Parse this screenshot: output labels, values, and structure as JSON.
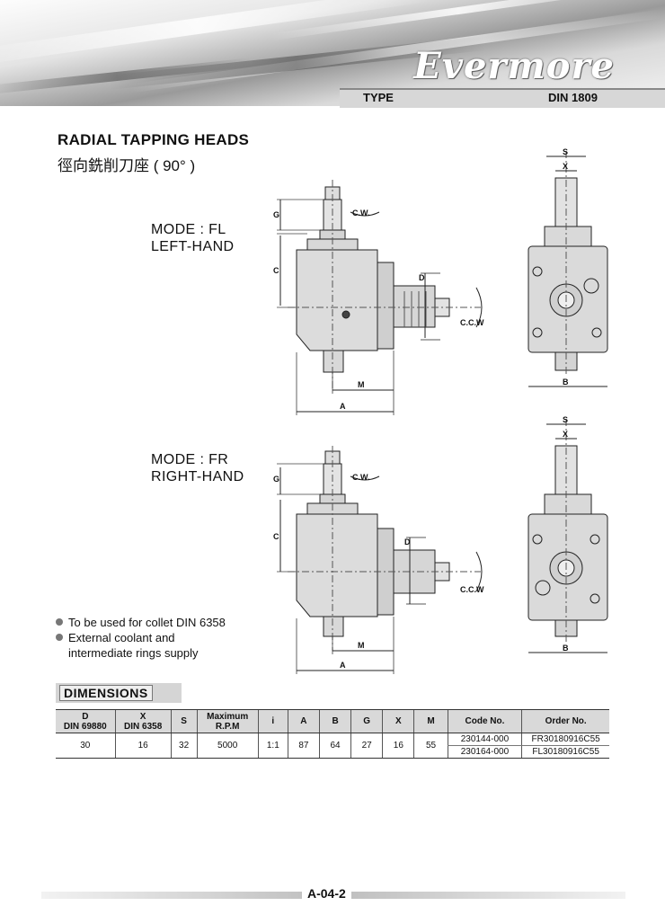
{
  "header": {
    "brand": "Evermore",
    "type_label": "TYPE",
    "standard": "DIN 1809"
  },
  "title": "RADIAL  TAPPING HEADS",
  "subtitle": "徑向銑削刀座 ( 90° )",
  "modes": [
    {
      "line1": "MODE : FL",
      "line2": "LEFT-HAND"
    },
    {
      "line1": "MODE : FR",
      "line2": "RIGHT-HAND"
    }
  ],
  "drawing_labels": {
    "s": "S",
    "x": "X",
    "g": "G",
    "c": "C",
    "d": "D",
    "m": "M",
    "a": "A",
    "b": "B",
    "cw": "C.W.",
    "ccw": "C.C.W"
  },
  "notes": [
    {
      "text": "To be used for collet DIN 6358",
      "bullet": true
    },
    {
      "text": "External coolant and",
      "bullet": true
    },
    {
      "text": "intermediate rings supply",
      "bullet": false
    }
  ],
  "dimensions": {
    "section_title": "DIMENSIONS",
    "headers": [
      {
        "l1": "D",
        "l2": "DIN 69880"
      },
      {
        "l1": "X",
        "l2": "DIN 6358"
      },
      {
        "l1": "S",
        "l2": ""
      },
      {
        "l1": "Maximum",
        "l2": "R.P.M"
      },
      {
        "l1": "i",
        "l2": ""
      },
      {
        "l1": "A",
        "l2": ""
      },
      {
        "l1": "B",
        "l2": ""
      },
      {
        "l1": "G",
        "l2": ""
      },
      {
        "l1": "X",
        "l2": ""
      },
      {
        "l1": "M",
        "l2": ""
      },
      {
        "l1": "Code No.",
        "l2": ""
      },
      {
        "l1": "Order No.",
        "l2": ""
      }
    ],
    "row": {
      "d": "30",
      "x": "16",
      "s": "32",
      "rpm": "5000",
      "i": "1:1",
      "a": "87",
      "b": "64",
      "g": "27",
      "x2": "16",
      "m": "55"
    },
    "codes": [
      {
        "code": "230144-000",
        "order": "FR30180916C55"
      },
      {
        "code": "230164-000",
        "order": "FL30180916C55"
      }
    ]
  },
  "page_number": "A-04-2"
}
